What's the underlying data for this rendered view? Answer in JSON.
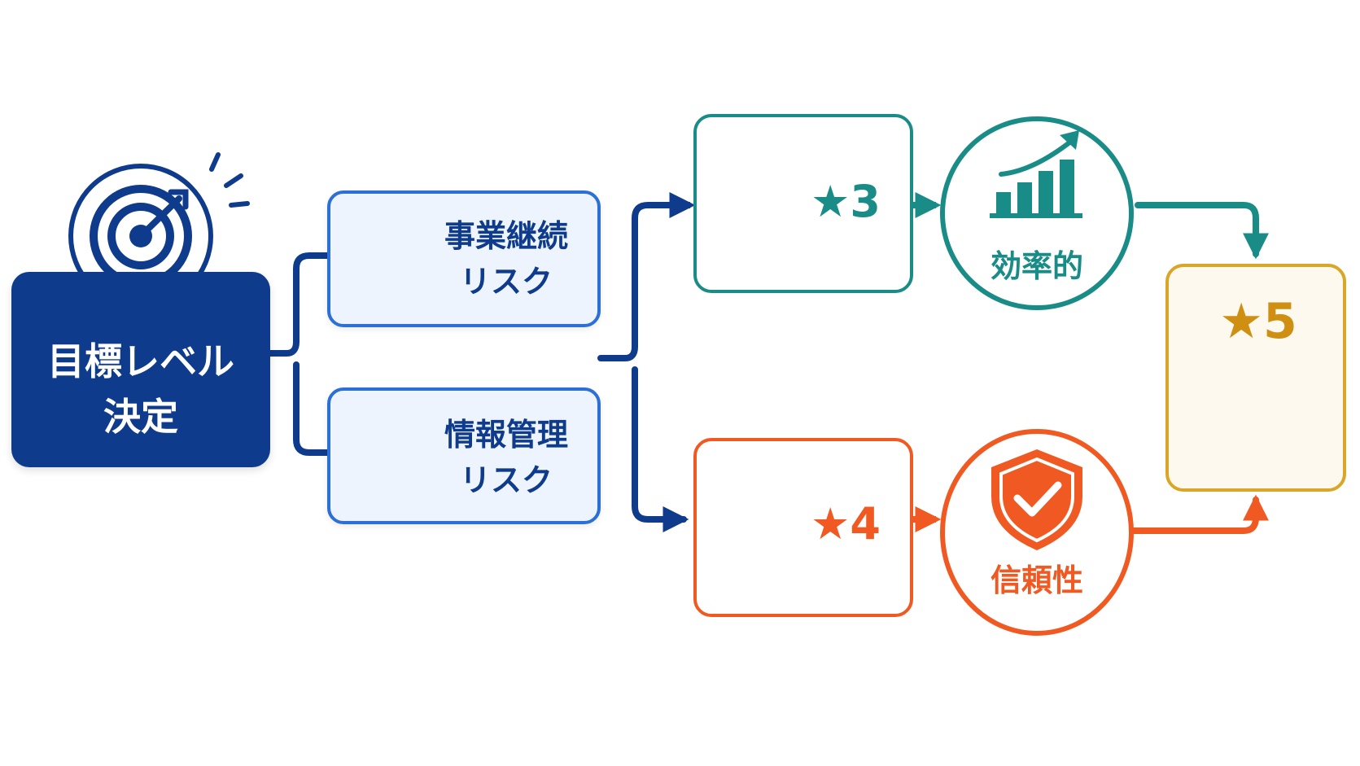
{
  "goal": {
    "line1": "目標レベル",
    "line2": "決定",
    "icon": "target-icon"
  },
  "risks": [
    {
      "line1": "事業継続",
      "line2": "リスク",
      "icon": "warning-icon"
    },
    {
      "line1": "情報管理",
      "line2": "リスク",
      "icon": "lock-icon"
    }
  ],
  "levels": [
    {
      "label": "★3",
      "icon": "clipboard-checklist-icon",
      "color": "#1a8c87"
    },
    {
      "label": "★4",
      "icon": "clipboard-checklist-icon",
      "color": "#f05a22"
    }
  ],
  "outcomes": [
    {
      "label": "効率的",
      "icon": "growth-chart-icon",
      "color": "#1a8c87"
    },
    {
      "label": "信頼性",
      "icon": "shield-check-icon",
      "color": "#f05a22"
    }
  ],
  "final": {
    "label": "★5",
    "icon": "laurel-star-medal-icon",
    "color": "#d9a627"
  },
  "colors": {
    "navy": "#0f3b8c",
    "blue": "#2c6fd6",
    "teal": "#1a8c87",
    "orange": "#f05a22",
    "gold": "#d9a627"
  }
}
